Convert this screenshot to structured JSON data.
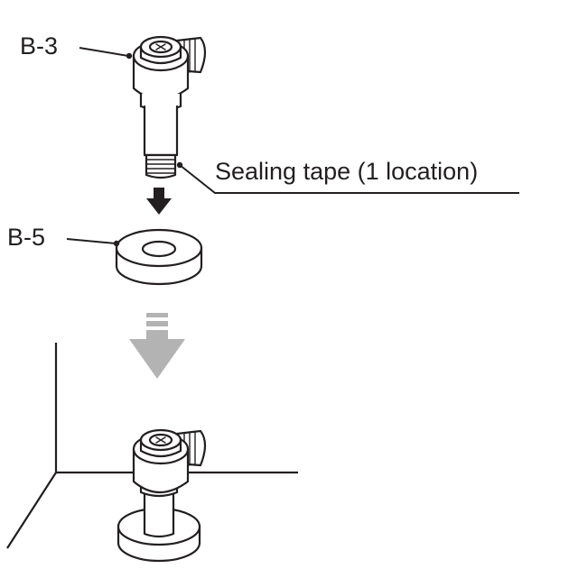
{
  "labels": {
    "part_b3": "B-3",
    "part_b5": "B-5",
    "sealing_tape": "Sealing tape (1 location)"
  },
  "colors": {
    "ink": "#231f20",
    "hollow_arrow": "#b3b3b3",
    "background": "#ffffff"
  },
  "icons": [
    "down-arrow-icon",
    "hollow-down-arrow-icon"
  ]
}
